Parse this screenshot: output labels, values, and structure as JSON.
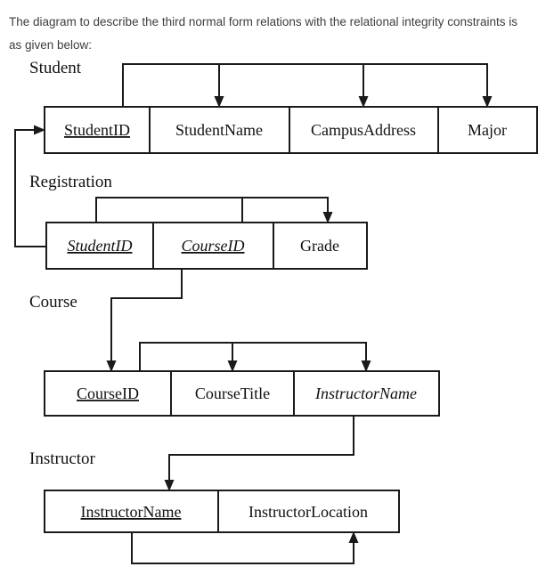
{
  "description": {
    "line1": "The diagram to describe the third normal form relations with the relational integrity constraints is",
    "line2": "as given below:"
  },
  "diagram": {
    "tables": {
      "student": {
        "label": "Student",
        "fields": [
          {
            "label": "StudentID",
            "key": true
          },
          {
            "label": "StudentName"
          },
          {
            "label": "CampusAddress"
          },
          {
            "label": "Major"
          }
        ]
      },
      "registration": {
        "label": "Registration",
        "fields": [
          {
            "label": "StudentID",
            "key": true,
            "italic": true
          },
          {
            "label": "CourseID",
            "key": true,
            "italic": true
          },
          {
            "label": "Grade"
          }
        ]
      },
      "course": {
        "label": "Course",
        "fields": [
          {
            "label": "CourseID",
            "key": true
          },
          {
            "label": "CourseTitle"
          },
          {
            "label": "InstructorName",
            "italic": true
          }
        ]
      },
      "instructor": {
        "label": "Instructor",
        "fields": [
          {
            "label": "InstructorName",
            "key": true
          },
          {
            "label": "InstructorLocation"
          }
        ]
      }
    },
    "colors": {
      "line": "#1a1a1a",
      "text": "#111111",
      "description_text": "#3d3d3d",
      "background": "#ffffff"
    }
  }
}
